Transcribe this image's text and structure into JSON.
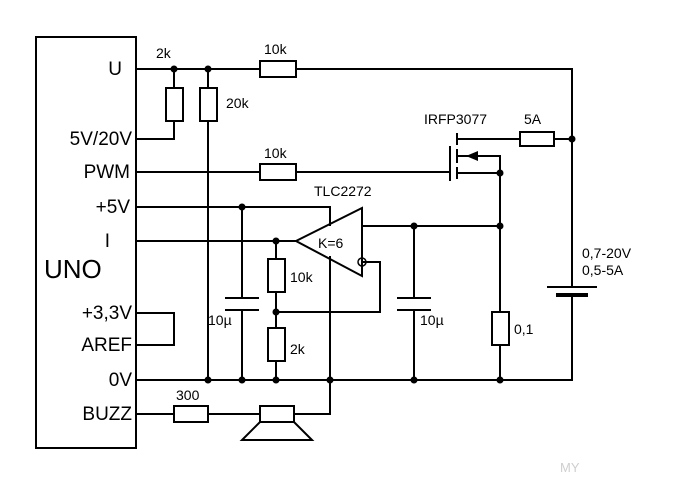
{
  "module": {
    "name": "UNO",
    "pins": {
      "u": "U",
      "v5v20": "5V/20V",
      "pwm": "PWM",
      "p5v": "+5V",
      "i": "I",
      "p33v": "+3,3V",
      "aref": "AREF",
      "gnd": "0V",
      "buzz": "BUZZ"
    }
  },
  "parts": {
    "r_2k_top": "2k",
    "r_20k": "20k",
    "r_10k_u": "10k",
    "r_10k_pwm": "10k",
    "mosfet": "IRFP3077",
    "fuse": "5A",
    "opamp_name": "TLC2272",
    "opamp_gain": "K=6",
    "r_10k_fb": "10k",
    "r_2k_fb": "2k",
    "c_left": "10µ",
    "c_right": "10µ",
    "r_shunt": "0,1",
    "r_buzz": "300",
    "battery_v": "0,7-20V",
    "battery_a": "0,5-5A"
  },
  "watermark": "MY"
}
